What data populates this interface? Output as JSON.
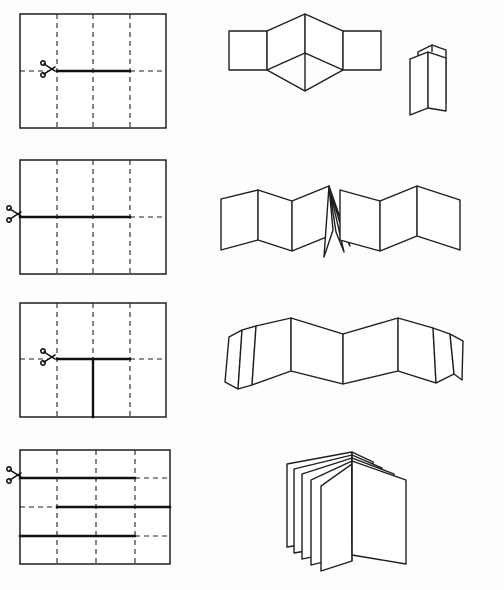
{
  "steps": [
    {
      "id": "step-1",
      "method": "single-center-slit",
      "result": "small-booklet"
    },
    {
      "id": "step-2",
      "method": "full-width-cut-from-left",
      "result": "accordion-strip"
    },
    {
      "id": "step-3",
      "method": "t-shaped-cut",
      "result": "zigzag-strip"
    },
    {
      "id": "step-4",
      "method": "three-horizontal-cuts",
      "result": "standing-book"
    }
  ],
  "icons": {
    "scissors": "scissors-icon"
  },
  "colors": {
    "ink": "#1f1f1f",
    "paper": "#ffffff",
    "background": "#fdfdfd"
  }
}
